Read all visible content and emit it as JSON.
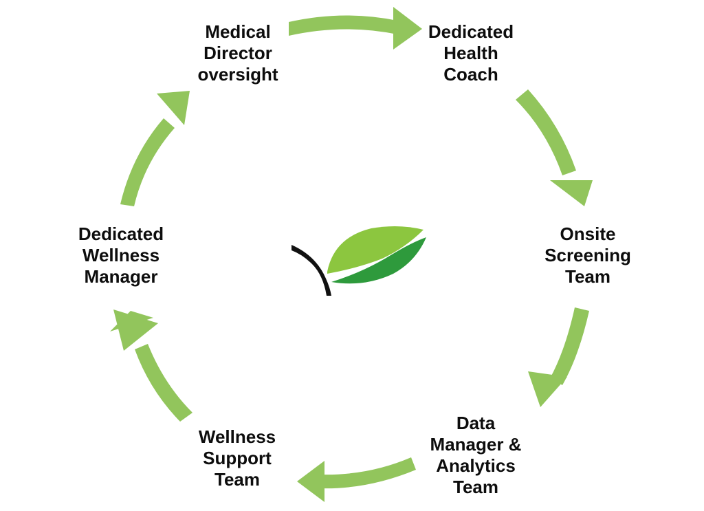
{
  "colors": {
    "arrow": "#92c55c",
    "leaf_light": "#8cc63f",
    "leaf_dark": "#2e9a3c",
    "stem": "#111111",
    "text": "#0d0d0d"
  },
  "center_icon": "leaf-logo-icon",
  "nodes": {
    "medical_director": {
      "line1": "Medical",
      "line2": "Director",
      "line3": "oversight"
    },
    "health_coach": {
      "line1": "Dedicated",
      "line2": "Health",
      "line3": "Coach"
    },
    "onsite_screening": {
      "line1": "Onsite",
      "line2": "Screening",
      "line3": "Team"
    },
    "data_manager": {
      "line1": "Data",
      "line2": "Manager &",
      "line3": "Analytics",
      "line4": "Team"
    },
    "wellness_support": {
      "line1": "Wellness",
      "line2": "Support",
      "line3": "Team"
    },
    "wellness_manager": {
      "line1": "Dedicated",
      "line2": "Wellness",
      "line3": "Manager"
    }
  }
}
